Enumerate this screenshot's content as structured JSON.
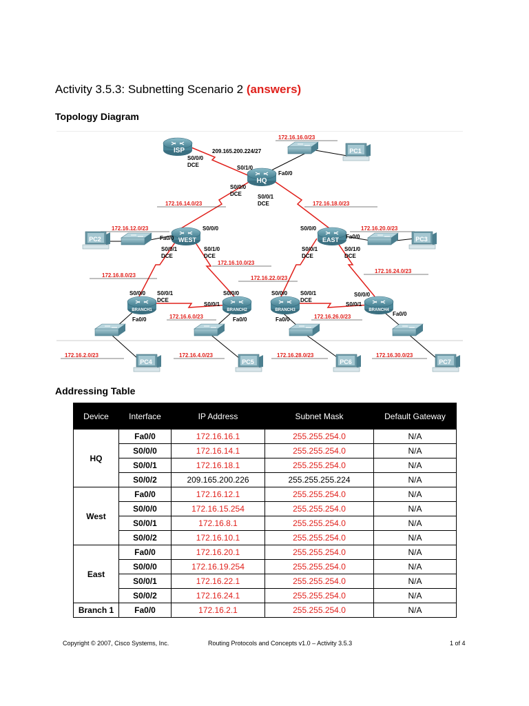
{
  "title": {
    "main": "Activity 3.5.3: Subnetting Scenario 2 ",
    "answers": "(answers)"
  },
  "headings": {
    "topology": "Topology Diagram",
    "addressing": "Addressing Table"
  },
  "diagram": {
    "devices": {
      "isp": "ISP",
      "hq": "HQ",
      "west": "WEST",
      "east": "EAST",
      "branch1": "BRANCH1",
      "branch2": "BRANCH2",
      "branch3": "BRANCH3",
      "branch4": "BRANCH4",
      "pc1": "PC1",
      "pc2": "PC2",
      "pc3": "PC3",
      "pc4": "PC4",
      "pc5": "PC5",
      "pc6": "PC6",
      "pc7": "PC7"
    },
    "networks": {
      "isp_hq": "209.165.200.224/27",
      "hq_lan": "172.16.16.0/23",
      "hq_west": "172.16.14.0/23",
      "hq_east": "172.16.18.0/23",
      "west_lan": "172.16.12.0/23",
      "east_lan": "172.16.20.0/23",
      "west_b2": "172.16.10.0/23",
      "west_b1": "172.16.8.0/23",
      "east_b3": "172.16.22.0/23",
      "east_b4": "172.16.24.0/23",
      "b1_b2": "172.16.6.0/23",
      "b3_b4": "172.16.26.0/23",
      "b1_lan": "172.16.2.0/23",
      "b2_lan": "172.16.4.0/23",
      "b3_lan": "172.16.28.0/23",
      "b4_lan": "172.16.30.0/23"
    },
    "interfaces": {
      "isp_s000": "S0/0/0",
      "isp_dce": "DCE",
      "hq_s010": "S0/1/0",
      "hq_fa00": "Fa0/0",
      "hq_s000": "S0/0/0",
      "hq_s000_dce": "DCE",
      "hq_s001": "S0/0/1",
      "hq_s001_dce": "DCE",
      "west_s000": "S0/0/0",
      "west_fa00": "Fa0/0",
      "west_s001": "S0/0/1",
      "west_s001_dce": "DCE",
      "west_s010": "S0/1/0",
      "west_s010_dce": "DCE",
      "east_s000": "S0/0/0",
      "east_fa00": "Fa0/0",
      "east_s001": "S0/0/1",
      "east_s001_dce": "DCE",
      "east_s010": "S0/1/0",
      "east_s010_dce": "DCE",
      "b1_s000": "S0/0/0",
      "b1_s001": "S0/0/1",
      "b1_dce": "DCE",
      "b1_fa00": "Fa0/0",
      "b2_s000": "S0/0/0",
      "b2_s001": "S0/0/1",
      "b2_fa00": "Fa0/0",
      "b3_s000": "S0/0/0",
      "b3_s001": "S0/0/1",
      "b3_dce": "DCE",
      "b3_fa00": "Fa0/0",
      "b4_s000": "S0/0/0",
      "b4_s001": "S0/0/1",
      "b4_fa00": "Fa0/0"
    }
  },
  "table": {
    "headers": [
      "Device",
      "Interface",
      "IP Address",
      "Subnet Mask",
      "Default Gateway"
    ],
    "groups": [
      {
        "device": "HQ",
        "rows": [
          {
            "interface": "Fa0/0",
            "ip": "172.16.16.1",
            "mask": "255.255.254.0",
            "gateway": "N/A",
            "answer": true
          },
          {
            "interface": "S0/0/0",
            "ip": "172.16.14.1",
            "mask": "255.255.254.0",
            "gateway": "N/A",
            "answer": true
          },
          {
            "interface": "S0/0/1",
            "ip": "172.16.18.1",
            "mask": "255.255.254.0",
            "gateway": "N/A",
            "answer": true
          },
          {
            "interface": "S0/0/2",
            "ip": "209.165.200.226",
            "mask": "255.255.255.224",
            "gateway": "N/A",
            "answer": false
          }
        ]
      },
      {
        "device": "West",
        "rows": [
          {
            "interface": "Fa0/0",
            "ip": "172.16.12.1",
            "mask": "255.255.254.0",
            "gateway": "N/A",
            "answer": true
          },
          {
            "interface": "S0/0/0",
            "ip": "172.16.15.254",
            "mask": "255.255.254.0",
            "gateway": "N/A",
            "answer": true
          },
          {
            "interface": "S0/0/1",
            "ip": "172.16.8.1",
            "mask": "255.255.254.0",
            "gateway": "N/A",
            "answer": true
          },
          {
            "interface": "S0/0/2",
            "ip": "172.16.10.1",
            "mask": "255.255.254.0",
            "gateway": "N/A",
            "answer": true
          }
        ]
      },
      {
        "device": "East",
        "rows": [
          {
            "interface": "Fa0/0",
            "ip": "172.16.20.1",
            "mask": "255.255.254.0",
            "gateway": "N/A",
            "answer": true
          },
          {
            "interface": "S0/0/0",
            "ip": "172.16.19.254",
            "mask": "255.255.254.0",
            "gateway": "N/A",
            "answer": true
          },
          {
            "interface": "S0/0/1",
            "ip": "172.16.22.1",
            "mask": "255.255.254.0",
            "gateway": "N/A",
            "answer": true
          },
          {
            "interface": "S0/0/2",
            "ip": "172.16.24.1",
            "mask": "255.255.254.0",
            "gateway": "N/A",
            "answer": true
          }
        ]
      },
      {
        "device": "Branch 1",
        "rows": [
          {
            "interface": "Fa0/0",
            "ip": "172.16.2.1",
            "mask": "255.255.254.0",
            "gateway": "N/A",
            "answer": true
          }
        ]
      }
    ]
  },
  "footer": {
    "copyright": "Copyright © 2007, Cisco Systems, Inc.",
    "course": "Routing Protocols and Concepts v1.0 – Activity 3.5.3",
    "page": "1 of 4"
  },
  "colors": {
    "answer_red": "#e0201b",
    "device_teal": "#4a8a9c",
    "header_black": "#000000"
  }
}
